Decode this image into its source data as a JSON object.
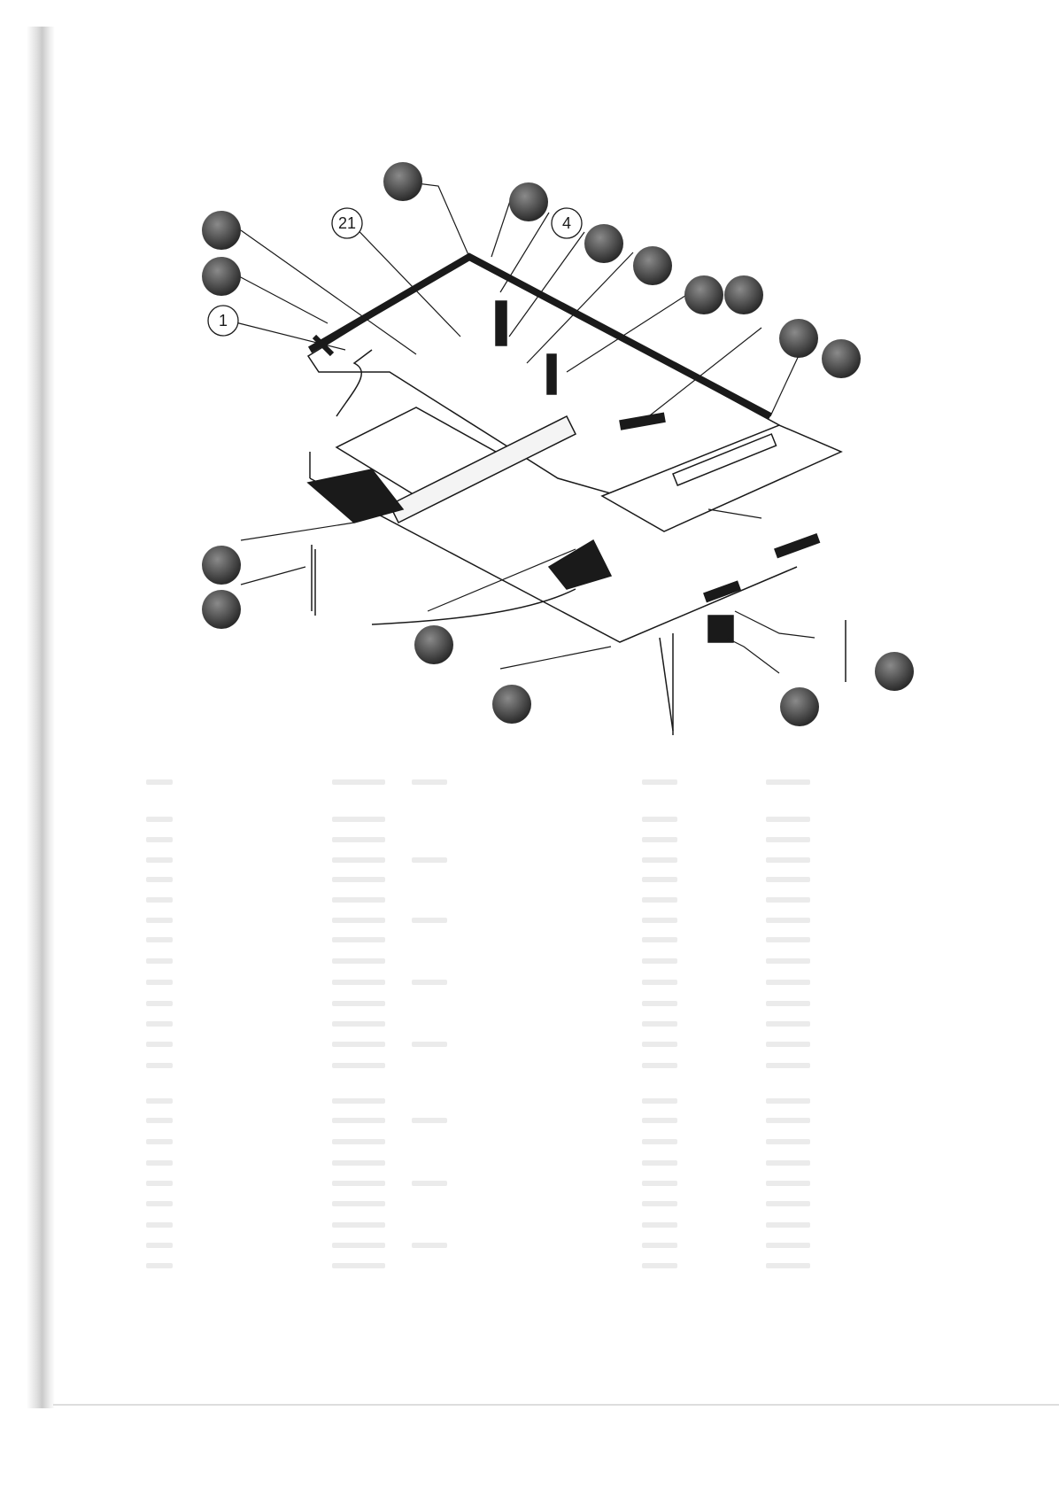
{
  "diagram": {
    "labeled_callouts": [
      {
        "label": "21"
      },
      {
        "label": "4"
      },
      {
        "label": "1"
      }
    ],
    "unlabeled_callout_count": 16
  },
  "colors": {
    "ink": "#1a1a1a",
    "callout_fill": "#3a3a3a",
    "faded_text": "#ebebeb"
  }
}
